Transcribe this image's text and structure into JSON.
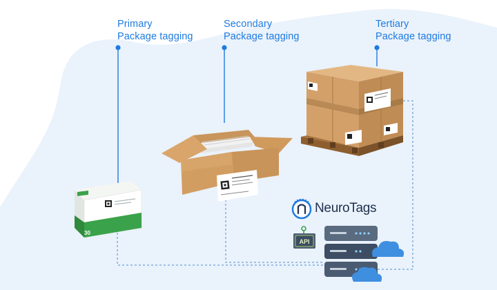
{
  "stages": [
    {
      "line1": "Primary",
      "line2": "Package tagging"
    },
    {
      "line1": "Secondary",
      "line2": "Package tagging"
    },
    {
      "line1": "Tertiary",
      "line2": "Package tagging"
    }
  ],
  "brand": {
    "name": "NeuroTags"
  },
  "api": {
    "label": "API"
  },
  "primary_pack": {
    "count": "30"
  },
  "colors": {
    "accent": "#1e7be0",
    "blob": "#eaf2fb",
    "server": "#3d4d63",
    "cloud": "#3f8fe0",
    "box": "#d7a46a"
  }
}
